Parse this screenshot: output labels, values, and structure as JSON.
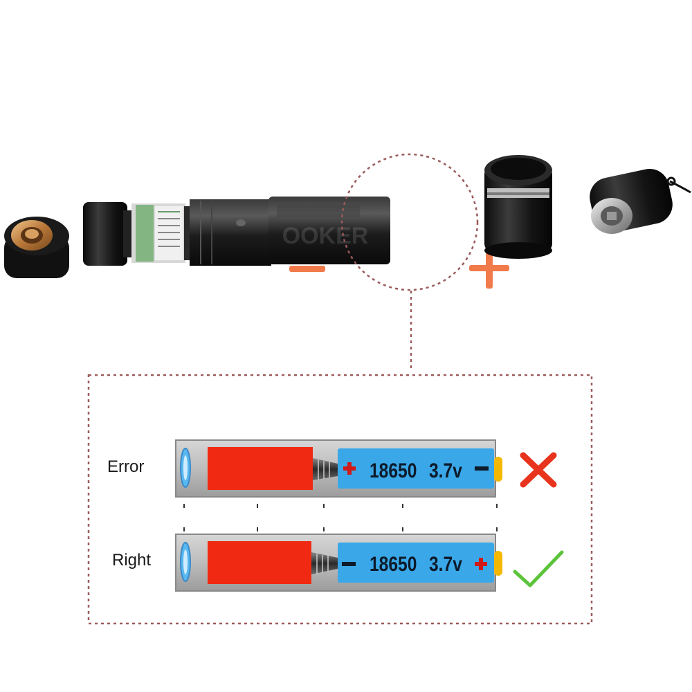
{
  "diagram": {
    "polarity_negative": "−",
    "polarity_positive": "+",
    "rows": [
      {
        "label": "Error",
        "battery_model": "18650",
        "battery_voltage": "3.7v",
        "front_terminal": "+",
        "rear_terminal": "−",
        "status_icon": "cross-icon",
        "status_color": "#e8341c"
      },
      {
        "label": "Right",
        "battery_model": "18650",
        "battery_voltage": "3.7v",
        "front_terminal": "−",
        "rear_terminal": "+",
        "status_icon": "check-icon",
        "status_color": "#5cc43a"
      }
    ]
  },
  "colors": {
    "dashed_outline": "#9a5a5a",
    "battery_blue": "#3aa8e8",
    "battery_red": "#f02a12",
    "polarity_orange": "#f07a4a",
    "terminal_yellow": "#f5b800"
  }
}
